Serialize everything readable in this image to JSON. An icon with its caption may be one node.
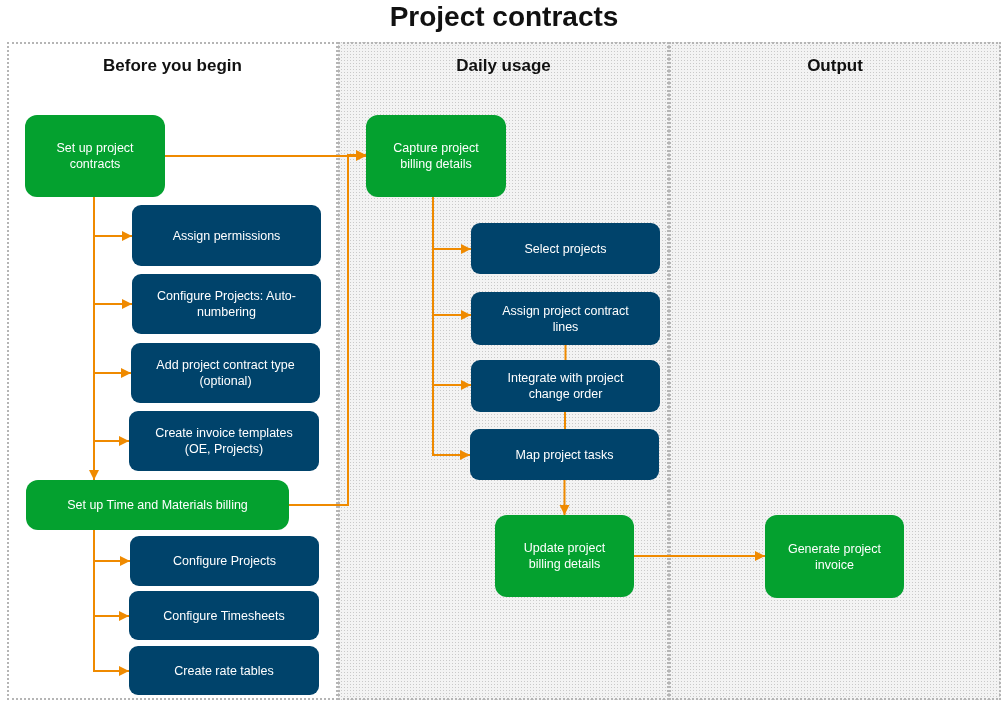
{
  "diagram": {
    "title": "Project contracts",
    "nodes": [
      {
        "text": [
          "Before you begin"
        ]
      },
      {
        "text": [
          "Daily usage"
        ]
      },
      {
        "text": [
          "Output"
        ]
      },
      {
        "text": [
          "Set up project contracts"
        ],
        "in": 0
      },
      {
        "text": [
          "Assign permissions"
        ],
        "in": 0
      },
      {
        "text": [
          "Configure Projects: Auto-numbering"
        ],
        "in": 0
      },
      {
        "text": [
          "Add project contract type (optional)"
        ],
        "in": 0
      },
      {
        "text": [
          "Create invoice templates (OE, Projects)"
        ],
        "in": 0
      },
      {
        "text": [
          "Set up Time and Materials billing"
        ],
        "in": 0
      },
      {
        "text": [
          "Configure Projects"
        ],
        "in": 0
      },
      {
        "text": [
          "Configure Timesheets"
        ],
        "in": 0
      },
      {
        "text": [
          "Create rate tables"
        ],
        "in": 0
      },
      {
        "text": [
          "Capture project billing details"
        ],
        "in": 1
      },
      {
        "text": [
          "Select projects"
        ],
        "in": 1
      },
      {
        "text": [
          "Assign project contract lines"
        ],
        "in": 1
      },
      {
        "text": [
          "Integrate with project change order"
        ],
        "in": 1
      },
      {
        "text": [
          "Map project tasks"
        ],
        "in": 1
      },
      {
        "text": [
          "Update project billing details"
        ],
        "in": 1
      },
      {
        "text": [
          "Generate project invoice"
        ],
        "in": 2
      }
    ],
    "edges": [
      {
        "from": 3,
        "to": 12,
        "arrow": "to"
      },
      {
        "from": 3,
        "to": 4,
        "arrow": "to"
      },
      {
        "from": 3,
        "to": 5,
        "arrow": "to"
      },
      {
        "from": 3,
        "to": 6,
        "arrow": "to"
      },
      {
        "from": 3,
        "to": 7,
        "arrow": "to"
      },
      {
        "from": 3,
        "to": 8,
        "arrow": "to"
      },
      {
        "from": 8,
        "to": 12,
        "arrow": "to"
      },
      {
        "from": 8,
        "to": 9,
        "arrow": "to"
      },
      {
        "from": 8,
        "to": 10,
        "arrow": "to"
      },
      {
        "from": 8,
        "to": 11,
        "arrow": "to"
      },
      {
        "from": 12,
        "to": 13,
        "arrow": "to"
      },
      {
        "from": 12,
        "to": 14,
        "arrow": "to"
      },
      {
        "from": 12,
        "to": 15,
        "arrow": "to"
      },
      {
        "from": 12,
        "to": 16,
        "arrow": "to"
      },
      {
        "from": 14,
        "to": 15,
        "arrow": "none"
      },
      {
        "from": 15,
        "to": 16,
        "arrow": "none"
      },
      {
        "from": 16,
        "to": 17,
        "arrow": "to"
      },
      {
        "from": 17,
        "to": 18,
        "arrow": "to"
      }
    ]
  }
}
